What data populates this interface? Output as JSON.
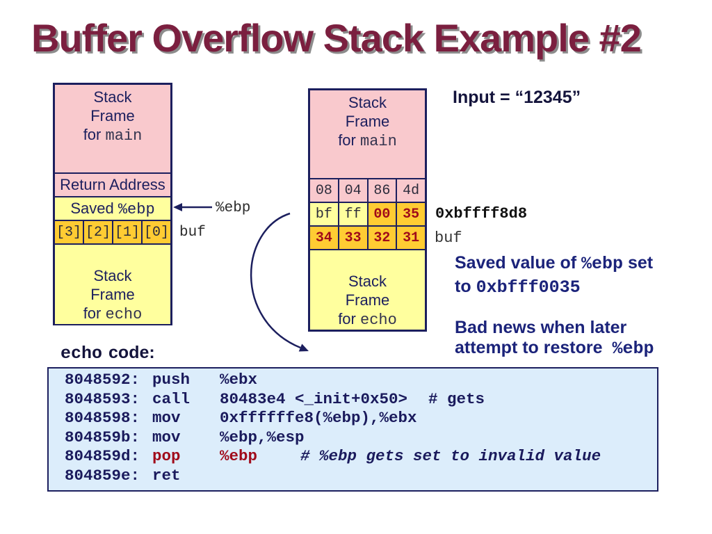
{
  "title": "Buffer Overflow Stack Example #2",
  "left_stack": {
    "main_frame": {
      "line1": "Stack",
      "line2": "Frame",
      "line3_text": "for",
      "line3_code": "main"
    },
    "return_address": "Return Address",
    "saved_ebp": {
      "text": "Saved",
      "code": "%ebp"
    },
    "buf_cells": [
      "[3]",
      "[2]",
      "[1]",
      "[0]"
    ],
    "echo_frame": {
      "line1": "Stack",
      "line2": "Frame",
      "line3_text": "for",
      "line3_code": "echo"
    },
    "ebp_label": "%ebp",
    "buf_label": "buf"
  },
  "right_stack": {
    "main_frame": {
      "line1": "Stack",
      "line2": "Frame",
      "line3_text": "for",
      "line3_code": "main"
    },
    "rows": [
      [
        "08",
        "04",
        "86",
        "4d"
      ],
      [
        "bf",
        "ff",
        "00",
        "35"
      ],
      [
        "34",
        "33",
        "32",
        "31"
      ]
    ],
    "echo_frame": {
      "line1": "Stack",
      "line2": "Frame",
      "line3_text": "for",
      "line3_code": "echo"
    },
    "address_label": "0xbffff8d8",
    "buf_label": "buf"
  },
  "notes": {
    "input": "Input = “12345”",
    "saved_value": {
      "text1": "Saved value of",
      "code1": "%ebp",
      "text2": "set",
      "text3": "to",
      "code2": "0xbfff0035"
    },
    "bad_news": {
      "line1": "Bad news when later",
      "text2": "attempt to restore",
      "code2": "%ebp"
    }
  },
  "code_heading": {
    "code": "echo",
    "text": "code:"
  },
  "code_lines": [
    {
      "addr": "8048592:",
      "op": "push",
      "args": "%ebx"
    },
    {
      "addr": "8048593:",
      "op": "call",
      "args": "80483e4 <_init+0x50>",
      "comment": "# gets"
    },
    {
      "addr": "8048598:",
      "op": "mov",
      "args": "0xffffffe8(%ebp),%ebx"
    },
    {
      "addr": "804859b:",
      "op": "mov",
      "args": "%ebp,%esp"
    },
    {
      "addr": "804859d:",
      "op": "pop",
      "args": "%ebp",
      "comment": "# %ebp gets set to invalid value"
    },
    {
      "addr": "804859e:",
      "op": "ret"
    }
  ],
  "colors": {
    "title": "#7b1f3f",
    "frame": "#1c1f5e",
    "pink": "#f9c9cd",
    "light_yellow": "#ffff9e",
    "gold": "#ffcc33",
    "overwrite_red": "#a00a1a",
    "note_text": "#1b237a",
    "heading_text": "#14143c",
    "code_text": "#1a1a5c",
    "code_bg": "#dcedfb"
  }
}
